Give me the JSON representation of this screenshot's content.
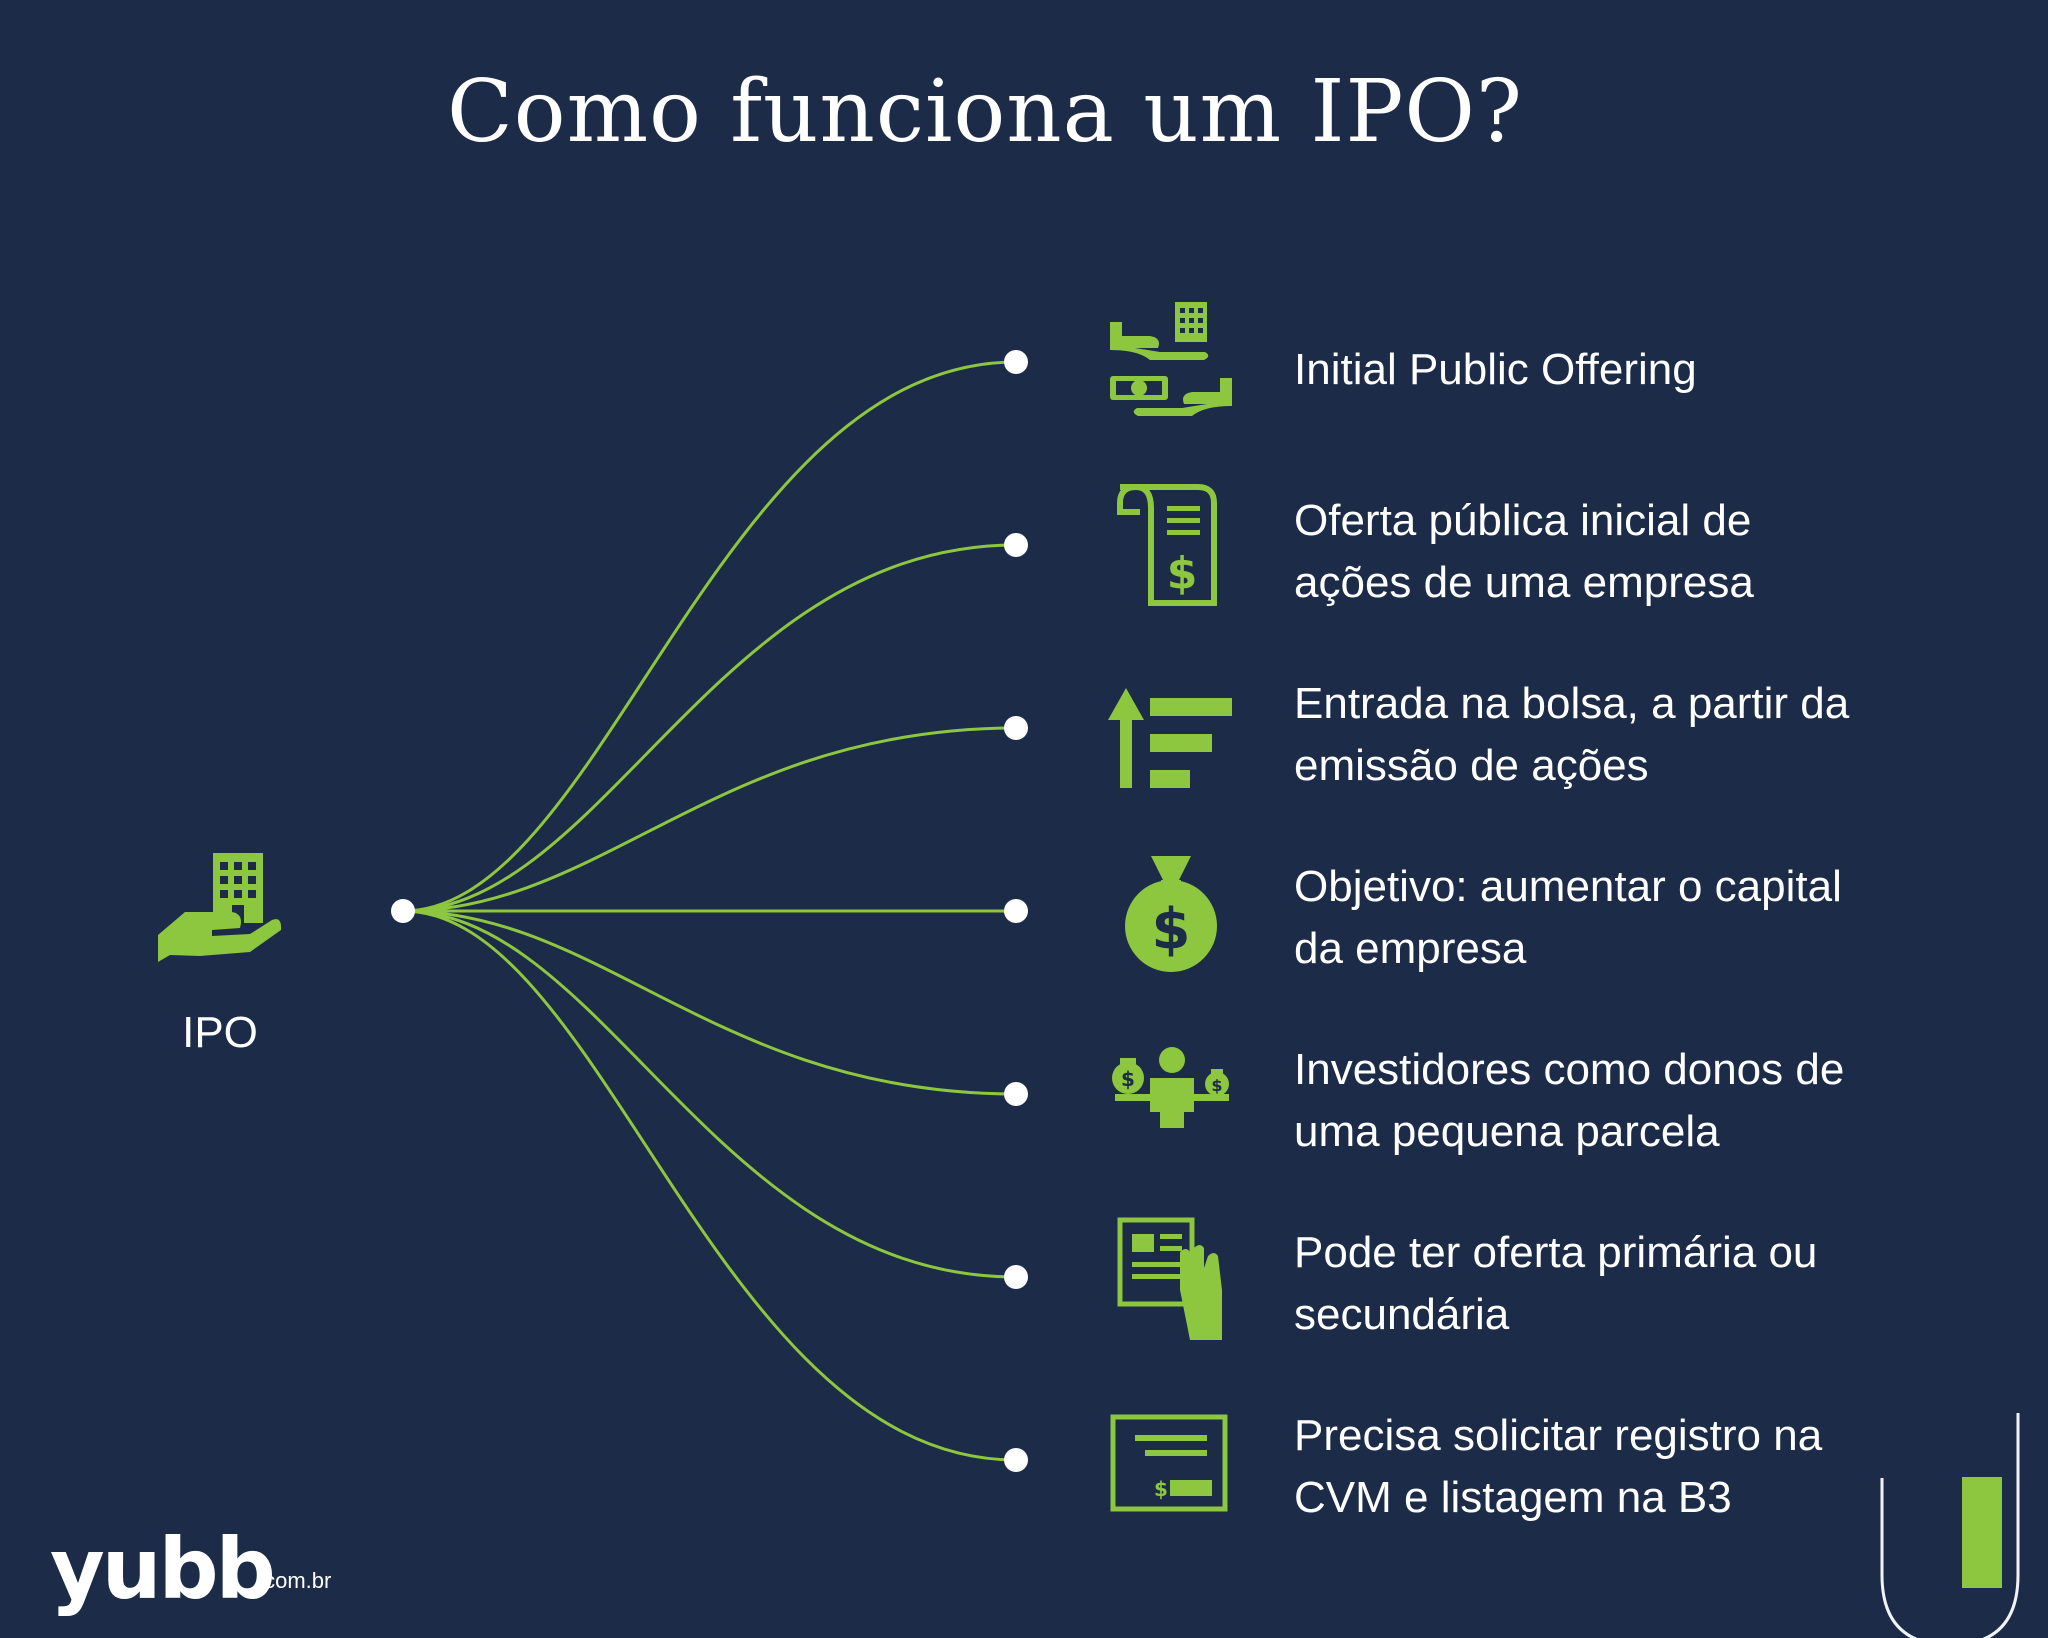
{
  "title": "Como funciona um IPO?",
  "root": {
    "label": "IPO",
    "icon": "hand-holding-building-icon"
  },
  "items": [
    {
      "text": [
        "Initial Public Offering"
      ],
      "icon": "exchange-building-money-icon"
    },
    {
      "text": [
        "Oferta pública inicial de",
        "ações de uma empresa"
      ],
      "icon": "dollar-document-icon"
    },
    {
      "text": [
        "Entrada na bolsa, a partir da",
        "emissão de ações"
      ],
      "icon": "growth-arrow-bars-icon"
    },
    {
      "text": [
        "Objetivo: aumentar o capital",
        "da empresa"
      ],
      "icon": "money-bag-icon"
    },
    {
      "text": [
        "Investidores como donos de",
        "uma pequena parcela"
      ],
      "icon": "investor-balance-icon"
    },
    {
      "text": [
        "Pode ter oferta primária ou",
        "secundária"
      ],
      "icon": "contract-hand-icon"
    },
    {
      "text": [
        "Precisa solicitar registro na",
        "CVM e listagem na B3"
      ],
      "icon": "check-document-icon"
    }
  ],
  "brand": {
    "logo": "yubb",
    "suffix": ".com.br"
  },
  "colors": {
    "background": "#1b2b48",
    "accent": "#8dc63f",
    "text": "#ffffff"
  }
}
